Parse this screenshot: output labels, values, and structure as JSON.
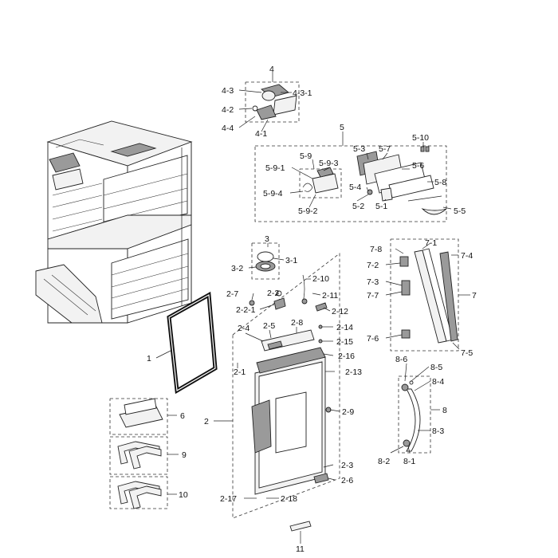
{
  "labels": {
    "l4": "4",
    "l4_3": "4-3",
    "l4_3_1": "4-3-1",
    "l4_2": "4-2",
    "l4_4": "4-4",
    "l4_1": "4-1",
    "l5": "5",
    "l5_3": "5-3",
    "l5_7": "5-7",
    "l5_10": "5-10",
    "l5_9": "5-9",
    "l5_9_3": "5-9-3",
    "l5_9_1": "5-9-1",
    "l5_6": "5-6",
    "l5_8": "5-8",
    "l5_4": "5-4",
    "l5_9_4": "5-9-4",
    "l5_2": "5-2",
    "l5_1": "5-1",
    "l5_9_2": "5-9-2",
    "l5_5": "5-5",
    "l3": "3",
    "l3_1": "3-1",
    "l3_2": "3-2",
    "l2_10": "2-10",
    "l2_7": "2-7",
    "l2_2": "2-2",
    "l2_11": "2-11",
    "l2_2_1": "2-2-1",
    "l2_12": "2-12",
    "l2_4": "2-4",
    "l2_5": "2-5",
    "l2_8": "2-8",
    "l2_14": "2-14",
    "l2_15": "2-15",
    "l2_16": "2-16",
    "l2_1": "2-1",
    "l2_13": "2-13",
    "l2": "2",
    "l2_9": "2-9",
    "l2_3": "2-3",
    "l2_6": "2-6",
    "l2_17": "2-17",
    "l2_18": "2-18",
    "l1": "1",
    "l6": "6",
    "l9": "9",
    "l10": "10",
    "l11": "11",
    "l7_8": "7-8",
    "l7_1": "7-1",
    "l7_4": "7-4",
    "l7_2": "7-2",
    "l7_3": "7-3",
    "l7": "7",
    "l7_7": "7-7",
    "l7_6": "7-6",
    "l7_5": "7-5",
    "l8_6": "8-6",
    "l8_5": "8-5",
    "l8_4": "8-4",
    "l8": "8",
    "l8_3": "8-3",
    "l8_2": "8-2",
    "l8_1": "8-1"
  }
}
